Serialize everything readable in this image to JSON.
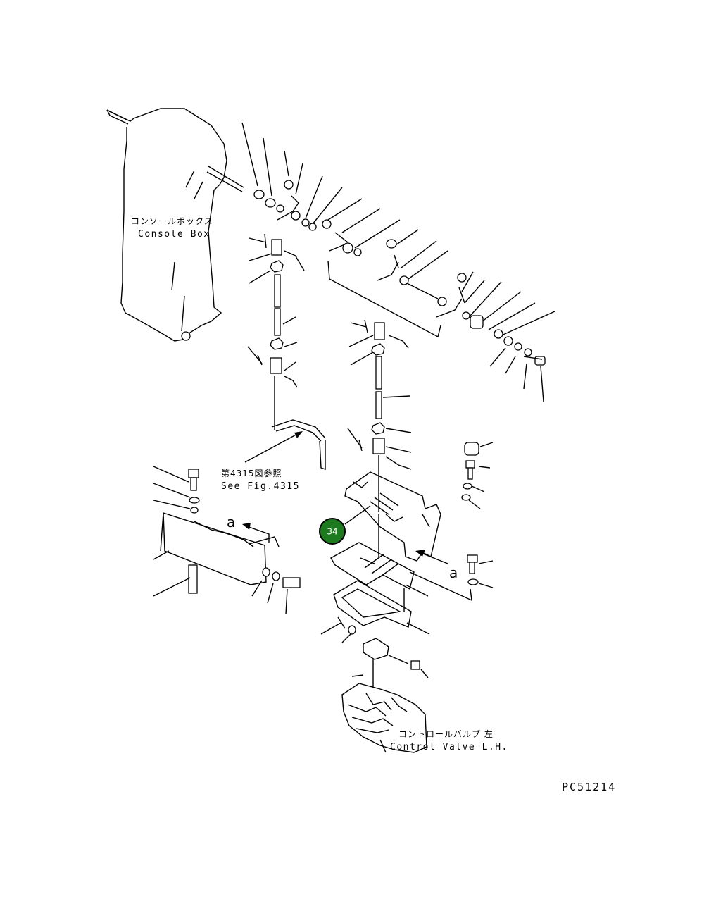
{
  "labels": {
    "console_box_jp": "コンソールボックス",
    "console_box_en": "Console Box",
    "see_fig_jp": "第4315図参照",
    "see_fig_en": "See Fig.4315",
    "section_a_left": "a",
    "section_a_right": "a",
    "control_valve_jp": "コントロールバルブ 左",
    "control_valve_en": "Control Valve L.H.",
    "figure_code": "PC51214"
  },
  "callout": {
    "number": "34",
    "color": "#1e7a1e"
  }
}
